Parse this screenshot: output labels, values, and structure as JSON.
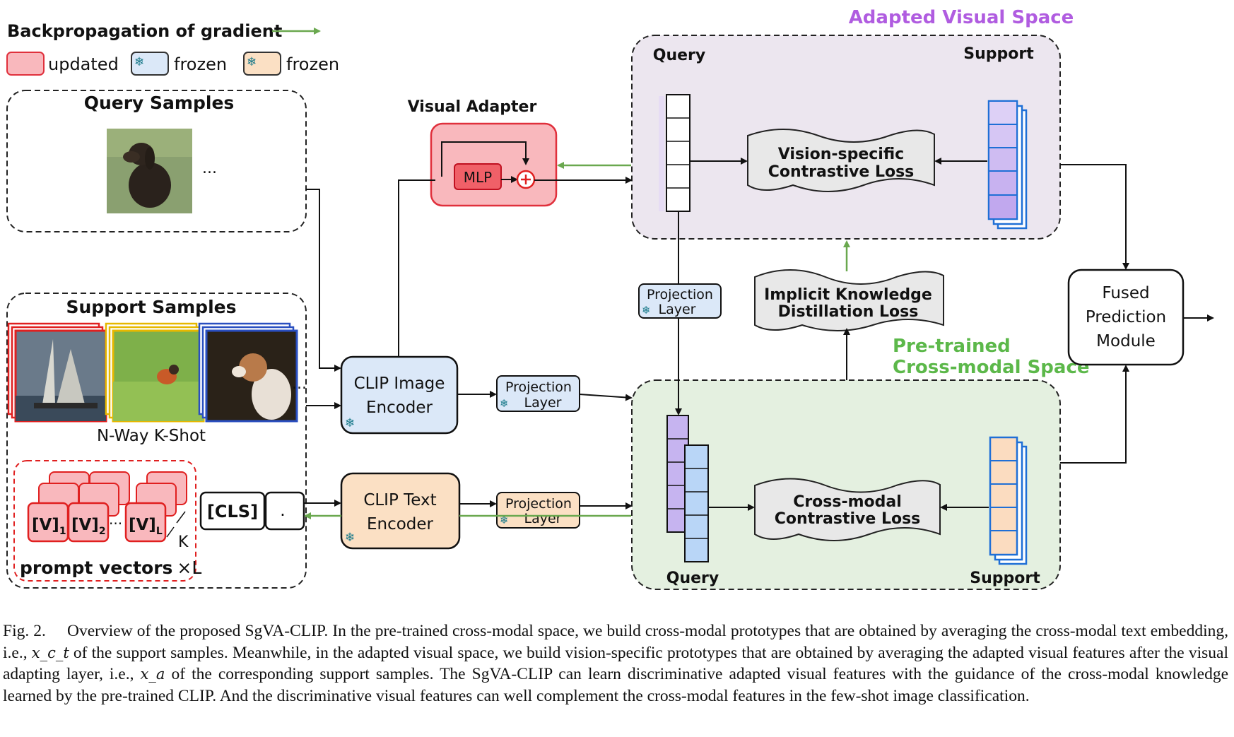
{
  "legend": {
    "backprop": "Backpropagation of gradient",
    "updated": "updated",
    "frozen_blue": "frozen",
    "frozen_orange": "frozen"
  },
  "query_samples": {
    "title": "Query Samples",
    "ellipsis": "..."
  },
  "support_samples": {
    "title": "Support Samples",
    "nway": "N-Way K-Shot",
    "ellipsis": "..."
  },
  "prompt": {
    "v1_main": "[V]",
    "v1_sub": "1",
    "v2_main": "[V]",
    "v2_sub": "2",
    "vl_main": "[V]",
    "vl_sub": "L",
    "dots": "...",
    "k": "K",
    "cls": "[CLS]",
    "dot_token": ".",
    "label": "prompt vectors",
    "times": "×L"
  },
  "visual_adapter": {
    "title": "Visual Adapter",
    "mlp": "MLP"
  },
  "clip_image": {
    "line1": "CLIP Image",
    "line2": "Encoder"
  },
  "clip_text": {
    "line1": "CLIP Text",
    "line2": "Encoder"
  },
  "projection": {
    "line1": "Projection",
    "line2": "Layer"
  },
  "adapted_space": {
    "title": "Adapted Visual Space",
    "query": "Query",
    "support": "Support"
  },
  "vision_loss": {
    "line1": "Vision-specific",
    "line2": "Contrastive Loss"
  },
  "ikd_loss": {
    "line1": "Implicit Knowledge",
    "line2": "Distillation Loss"
  },
  "cross_space": {
    "line1": "Pre-trained",
    "line2": "Cross-modal Space",
    "query": "Query",
    "support": "Support"
  },
  "cross_loss": {
    "line1": "Cross-modal",
    "line2": "Contrastive Loss"
  },
  "fused": {
    "line1": "Fused",
    "line2": "Prediction",
    "line3": "Module"
  },
  "caption": {
    "label": "Fig. 2.",
    "part1": "Overview of the proposed SgVA-CLIP. In the pre-trained cross-modal space, we build cross-modal prototypes that are obtained by averaging the cross-modal text embedding, i.e.,",
    "var1": "x_c_t",
    "part2": "of the support samples. Meanwhile, in the adapted visual space, we build vision-specific prototypes that are obtained by averaging the adapted visual features after the visual adapting layer, i.e.,",
    "var2": "x_a",
    "part3": "of the corresponding support samples. The SgVA-CLIP can learn discriminative adapted visual features with the guidance of the cross-modal knowledge learned by the pre-trained CLIP. And the discriminative visual features can well complement the cross-modal features in the few-shot image classification."
  },
  "colors": {
    "updated_fill": "#f9b8bd",
    "updated_stroke": "#e0303c",
    "frozen_blue_fill": "#dbe8f8",
    "frozen_orange_fill": "#fbe0c4",
    "adapted_bg": "#ece6ef",
    "cross_bg": "#e4f0e0",
    "green_arrow": "#6aa84f",
    "purple_title": "#b05ce0",
    "green_title": "#5cb84a",
    "vector_blue": "#1f6fd6",
    "vector_purple_fill": "#c6b4f0",
    "vector_blue_fill": "#b9d6f7",
    "vector_orange_fill": "#fbdcc0"
  }
}
